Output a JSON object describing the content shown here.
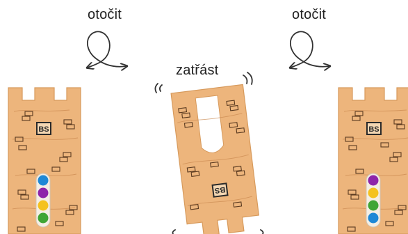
{
  "labels": {
    "rotate_left": "otočit",
    "shake": "zatřást",
    "rotate_right": "otočit"
  },
  "badges": {
    "left": "BS",
    "middle": "BS",
    "right": "BS"
  },
  "colors": {
    "wood": "#EDB57C",
    "wood_edge": "#D79A5C",
    "wood_grain": "#C9884E",
    "blue": "#1E88D6",
    "purple": "#8E24AA",
    "yellow": "#F4C21F",
    "green": "#3FA535",
    "badge_dark": "#2A2A2A"
  },
  "icons": {
    "rotate": "loop-arrow-icon",
    "shake": "shake-marks-icon"
  }
}
